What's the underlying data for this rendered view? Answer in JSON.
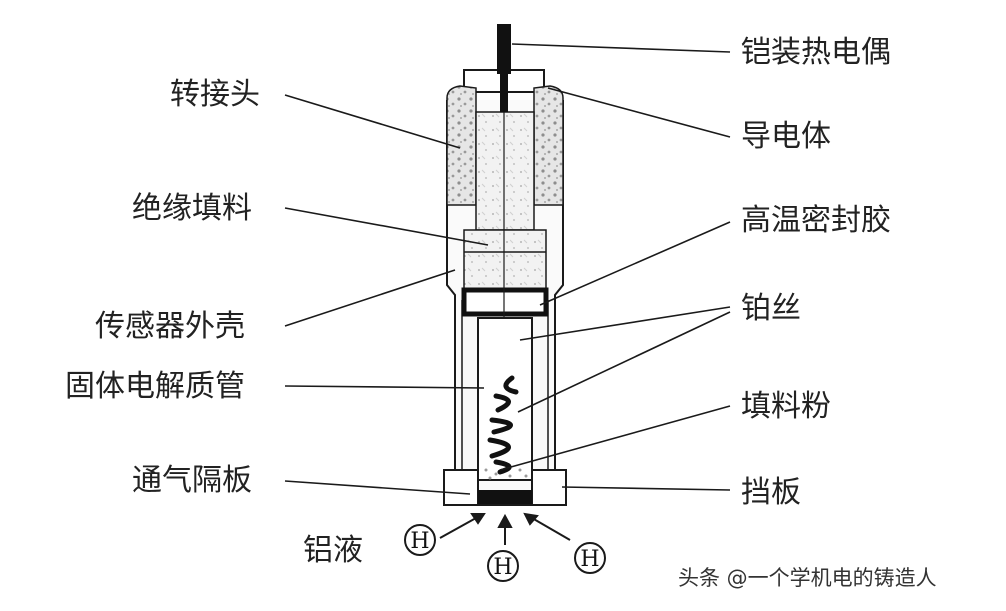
{
  "labels": {
    "thermocouple": "铠装热电偶",
    "connector": "转接头",
    "conductor": "导电体",
    "insulation_filler": "绝缘填料",
    "high_temp_sealant": "高温密封胶",
    "sensor_shell": "传感器外壳",
    "platinum_wire": "铂丝",
    "solid_electrolyte_tube": "固体电解质管",
    "filler_powder": "填料粉",
    "vent_baffle": "通气隔板",
    "baffle": "挡板",
    "aluminum_melt": "铝液"
  },
  "hydrogen_symbol": "H",
  "watermark": "头条 @一个学机电的铸造人",
  "colors": {
    "line": "#1a1a1a",
    "text": "#222222",
    "dark": "#111111"
  }
}
